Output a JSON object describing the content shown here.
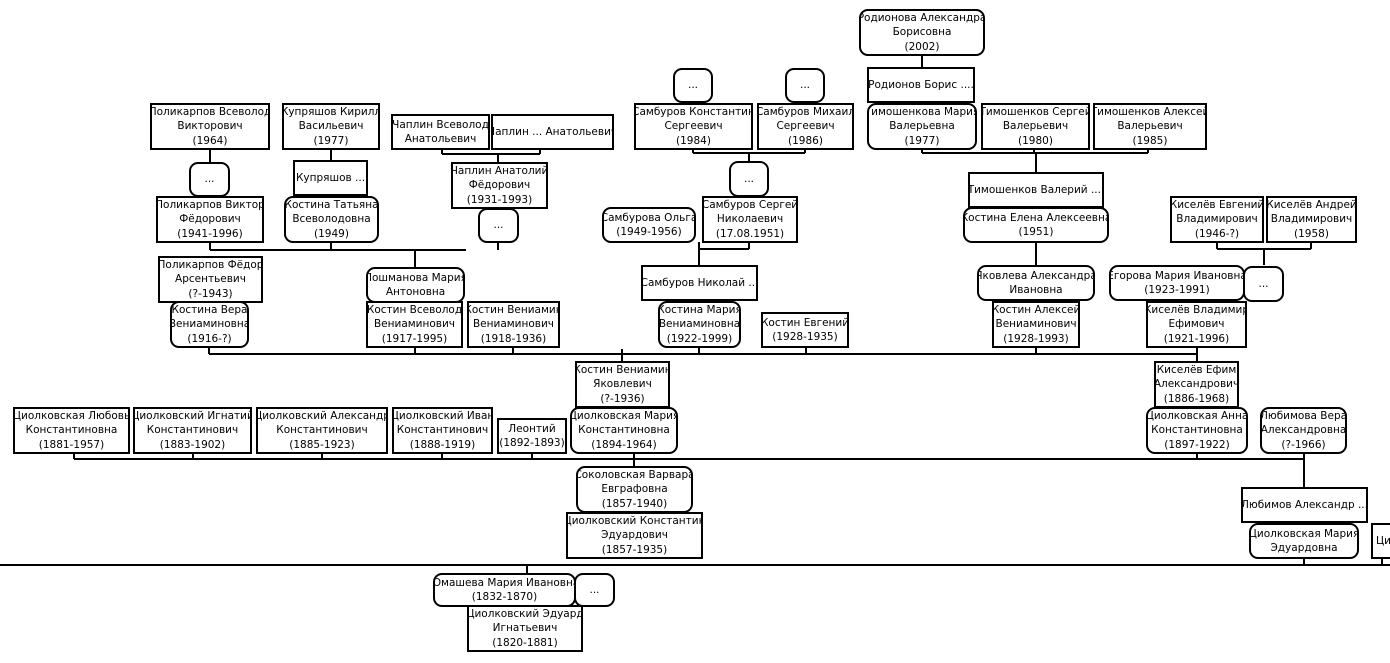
{
  "persons": {
    "p1": {
      "lines": [
        "Родионова Александра",
        "Борисовна",
        "(2002)"
      ]
    },
    "p2": {
      "lines": [
        "Родионов Борис ...."
      ]
    },
    "p3": {
      "lines": [
        "Тимошенкова Мария",
        "Валерьевна",
        "(1977)"
      ]
    },
    "p4": {
      "lines": [
        "Тимошенков Сергей",
        "Валерьевич",
        "(1980)"
      ]
    },
    "p5": {
      "lines": [
        "Тимошенков Алексей",
        "Валерьевич",
        "(1985)"
      ]
    },
    "p6": {
      "lines": [
        "Тимошенков Валерий ...."
      ]
    },
    "p7": {
      "lines": [
        "Костина Елена Алексеевна",
        "(1951)"
      ]
    },
    "p8": {
      "lines": [
        "Яковлева Александра",
        "Ивановна"
      ]
    },
    "p9": {
      "lines": [
        "Костин Алексей",
        "Вениаминович",
        "(1928-1993)"
      ]
    },
    "p10": {
      "lines": [
        "..."
      ]
    },
    "p11": {
      "lines": [
        "..."
      ]
    },
    "p12": {
      "lines": [
        "Самбуров Константин",
        "Сергеевич",
        "(1984)"
      ]
    },
    "p13": {
      "lines": [
        "Самбуров Михаил",
        "Сергеевич",
        "(1986)"
      ]
    },
    "p14": {
      "lines": [
        "..."
      ]
    },
    "p15": {
      "lines": [
        "Самбурова Ольга",
        "(1949-1956)"
      ]
    },
    "p16": {
      "lines": [
        "Самбуров Сергей",
        "Николаевич",
        "(17.08.1951)"
      ]
    },
    "p17": {
      "lines": [
        "Самбуров Николай ..."
      ]
    },
    "p18": {
      "lines": [
        "Костина Мария",
        "Вениаминовна",
        "(1922-1999)"
      ]
    },
    "p19": {
      "lines": [
        "Костин Евгений",
        "(1928-1935)"
      ]
    },
    "p20": {
      "lines": [
        "Поликарпов Всеволод",
        "Викторович",
        "(1964)"
      ]
    },
    "p21": {
      "lines": [
        "..."
      ]
    },
    "p22": {
      "lines": [
        "Поликарпов Виктор",
        "Фёдорович",
        "(1941-1996)"
      ]
    },
    "p23": {
      "lines": [
        "Поликарпов Фёдор",
        "Арсентьевич",
        "(?-1943)"
      ]
    },
    "p24": {
      "lines": [
        "Костина Вера",
        "Вениаминовна",
        "(1916-?)"
      ]
    },
    "p25": {
      "lines": [
        "Купряшов Кирилл",
        "Васильевич",
        "(1977)"
      ]
    },
    "p26": {
      "lines": [
        "Купряшов ..."
      ]
    },
    "p27": {
      "lines": [
        "Костина Татьяна",
        "Всеволодовна",
        "(1949)"
      ]
    },
    "p28": {
      "lines": [
        "Чаплин Всеволод",
        "Анатольевич"
      ]
    },
    "p29": {
      "lines": [
        "Чаплин ... Анатольевич"
      ]
    },
    "p30": {
      "lines": [
        "Чаплин Анатолий",
        "Фёдорович",
        "(1931-1993)"
      ]
    },
    "p31": {
      "lines": [
        "..."
      ]
    },
    "p32": {
      "lines": [
        "Лошманова Мария",
        "Антоновна"
      ]
    },
    "p33": {
      "lines": [
        "Костин Всеволод",
        "Вениаминович",
        "(1917-1995)"
      ]
    },
    "p34": {
      "lines": [
        "Костин Вениамин",
        "Вениаминович",
        "(1918-1936)"
      ]
    },
    "p35": {
      "lines": [
        "Костин Вениамин",
        "Яковлевич",
        "(?-1936)"
      ]
    },
    "p36": {
      "lines": [
        "Циолковская Мария",
        "Константиновна",
        "(1894-1964)"
      ]
    },
    "p37": {
      "lines": [
        "Циолковская Любовь",
        "Константиновна",
        "(1881-1957)"
      ]
    },
    "p38": {
      "lines": [
        "Циолковский Игнатий",
        "Константинович",
        "(1883-1902)"
      ]
    },
    "p39": {
      "lines": [
        "Циолковский Александр",
        "Константинович",
        "(1885-1923)"
      ]
    },
    "p40": {
      "lines": [
        "Циолковский Иван",
        "Константинович",
        "(1888-1919)"
      ]
    },
    "p41": {
      "lines": [
        "Леонтий",
        "(1892-1893)"
      ]
    },
    "p42": {
      "lines": [
        "Киселёв Евгений",
        "Владимирович",
        "(1946-?)"
      ]
    },
    "p43": {
      "lines": [
        "Киселёв Андрей",
        "Владимирович",
        "(1958)"
      ]
    },
    "p44": {
      "lines": [
        "Егорова Мария Ивановна",
        "(1923-1991)"
      ]
    },
    "p45": {
      "lines": [
        "..."
      ]
    },
    "p46": {
      "lines": [
        "Киселёв Владимир",
        "Ефимович",
        "(1921-1996)"
      ]
    },
    "p47": {
      "lines": [
        "Киселёв Ефим",
        "Александрович",
        "(1886-1968)"
      ]
    },
    "p48": {
      "lines": [
        "Циолковская Анна",
        "Константиновна",
        "(1897-1922)"
      ]
    },
    "p49": {
      "lines": [
        "Любимова Вера",
        "Александровна",
        "(?-1966)"
      ]
    },
    "p50": {
      "lines": [
        "Любимов Александр ..."
      ]
    },
    "p51": {
      "lines": [
        "Циолковская Мария",
        "Эдуардовна"
      ]
    },
    "p52": {
      "lines": [
        "Ци"
      ]
    },
    "p53": {
      "lines": [
        "Соколовская Варвара",
        "Евграфовна",
        "(1857-1940)"
      ]
    },
    "p54": {
      "lines": [
        "Циолковский Константин",
        "Эдуардович",
        "(1857-1935)"
      ]
    },
    "p55": {
      "lines": [
        "Юмашева Мария Ивановна",
        "(1832-1870)"
      ]
    },
    "p56": {
      "lines": [
        "..."
      ]
    },
    "p57": {
      "lines": [
        "Циолковский Эдуард",
        "Игнатьевич",
        "(1820-1881)"
      ]
    }
  }
}
